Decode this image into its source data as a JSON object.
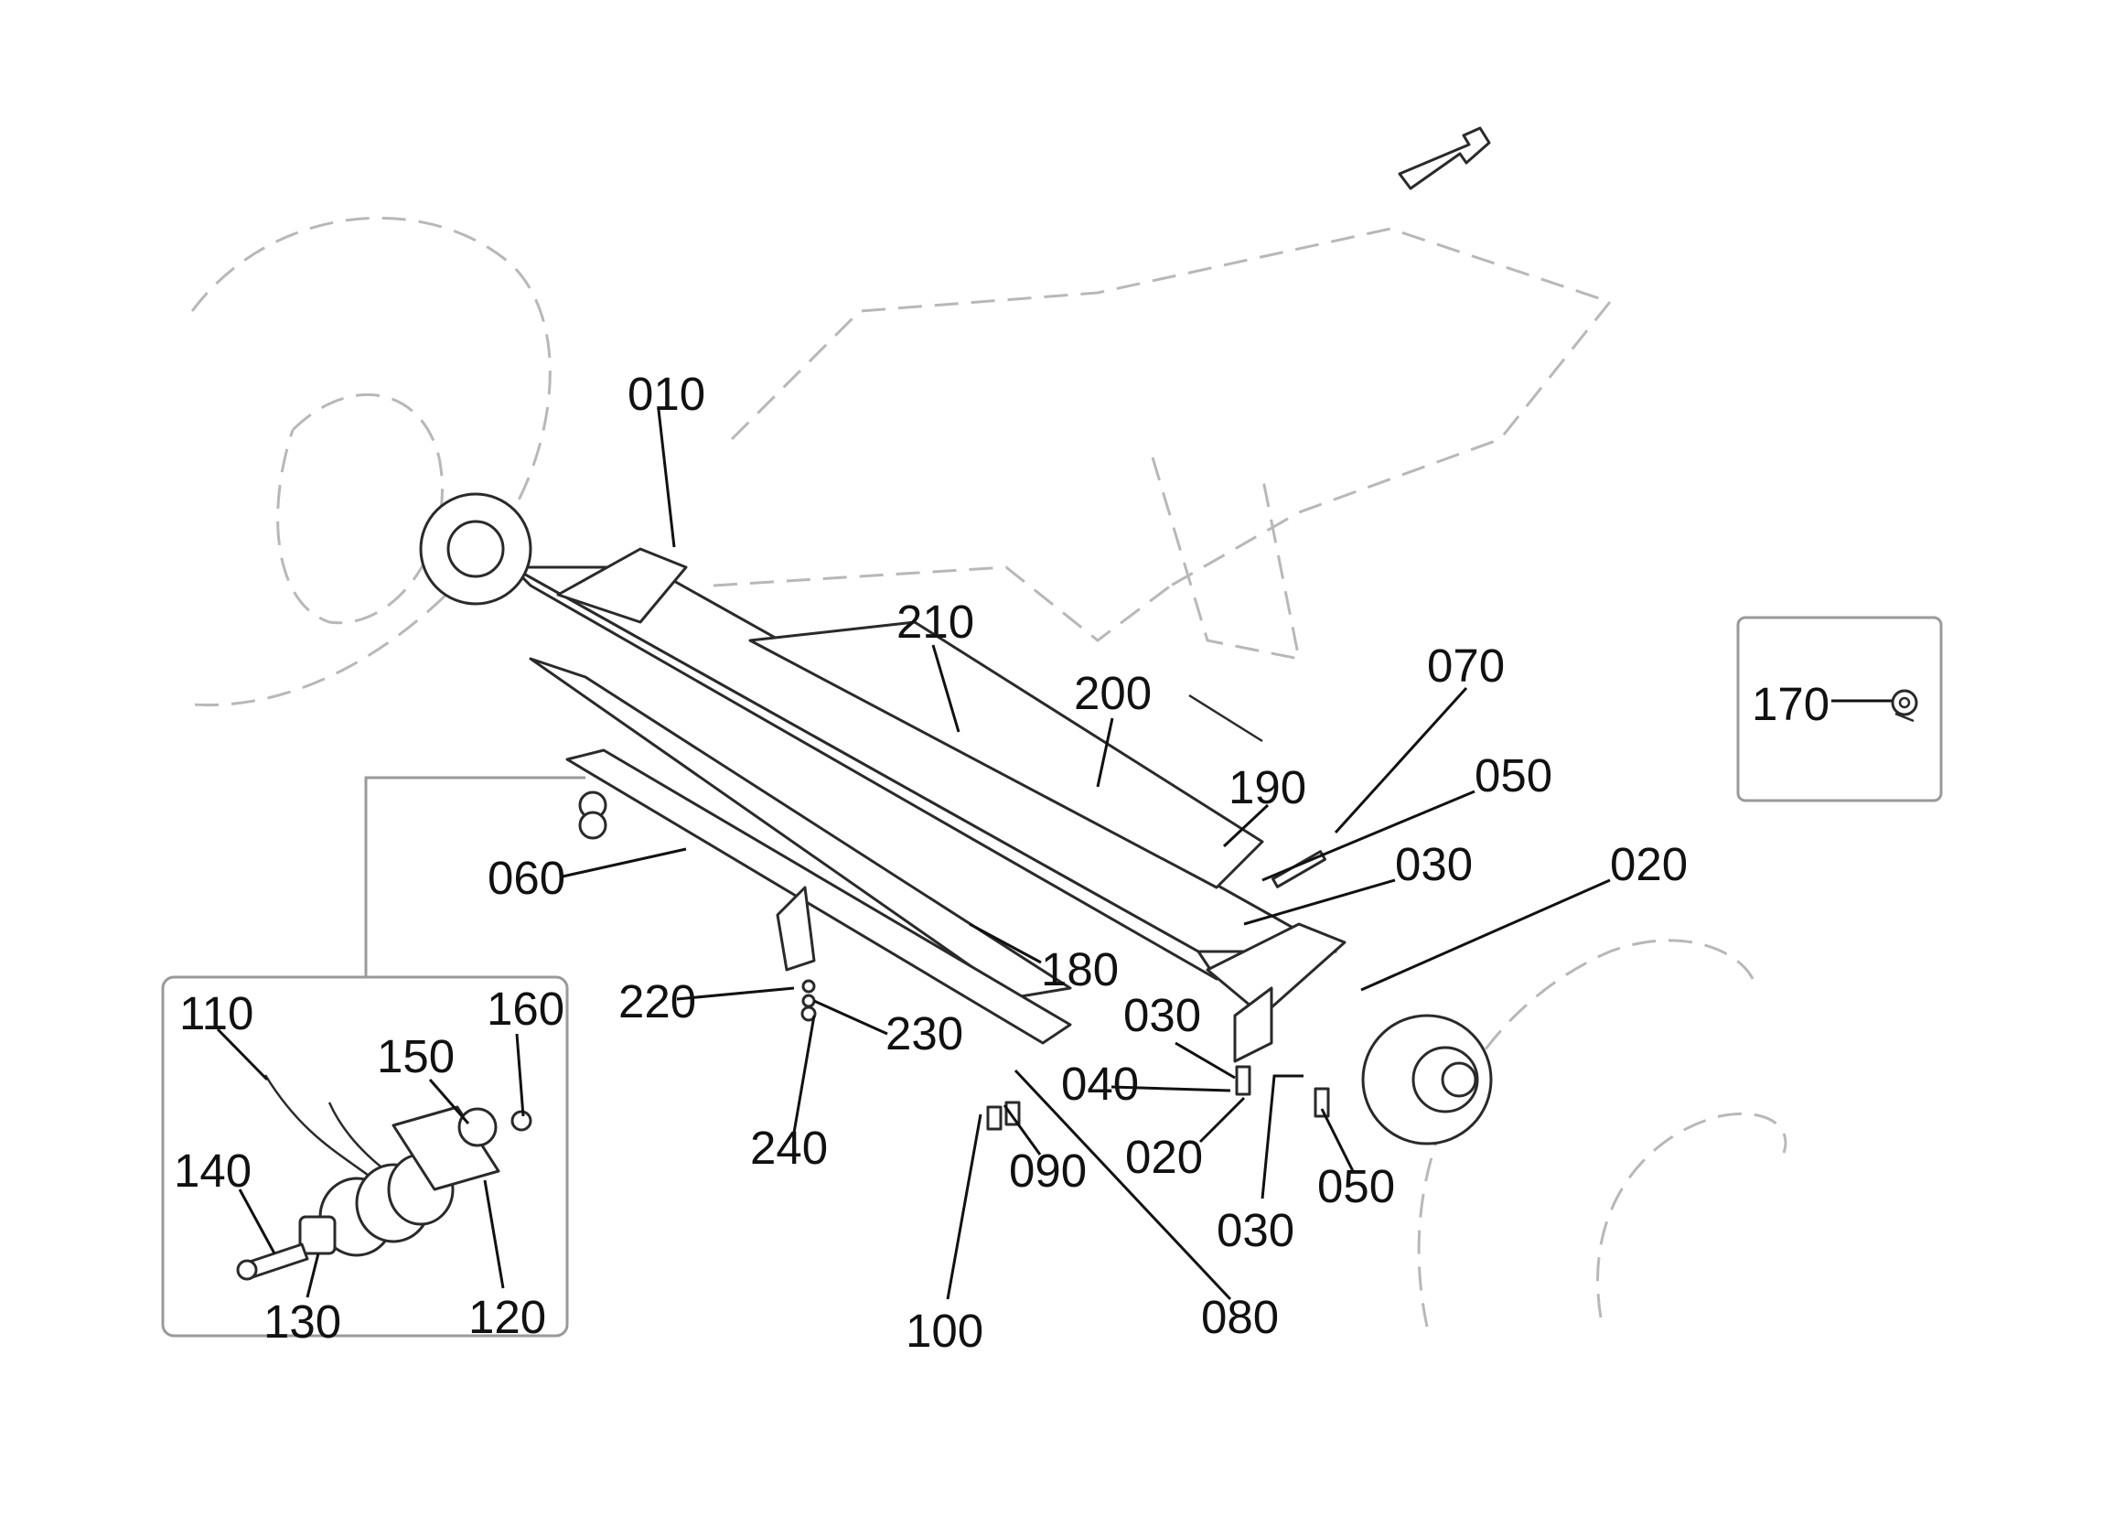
{
  "diagram": {
    "main_labels": [
      "010",
      "210",
      "200",
      "070",
      "190",
      "050",
      "030",
      "020",
      "060",
      "180",
      "220",
      "230",
      "240",
      "030",
      "040",
      "020",
      "030",
      "050",
      "090",
      "080",
      "100"
    ],
    "detail_labels": [
      "110",
      "160",
      "150",
      "140",
      "130",
      "120"
    ],
    "inset_labels": [
      "170"
    ]
  }
}
